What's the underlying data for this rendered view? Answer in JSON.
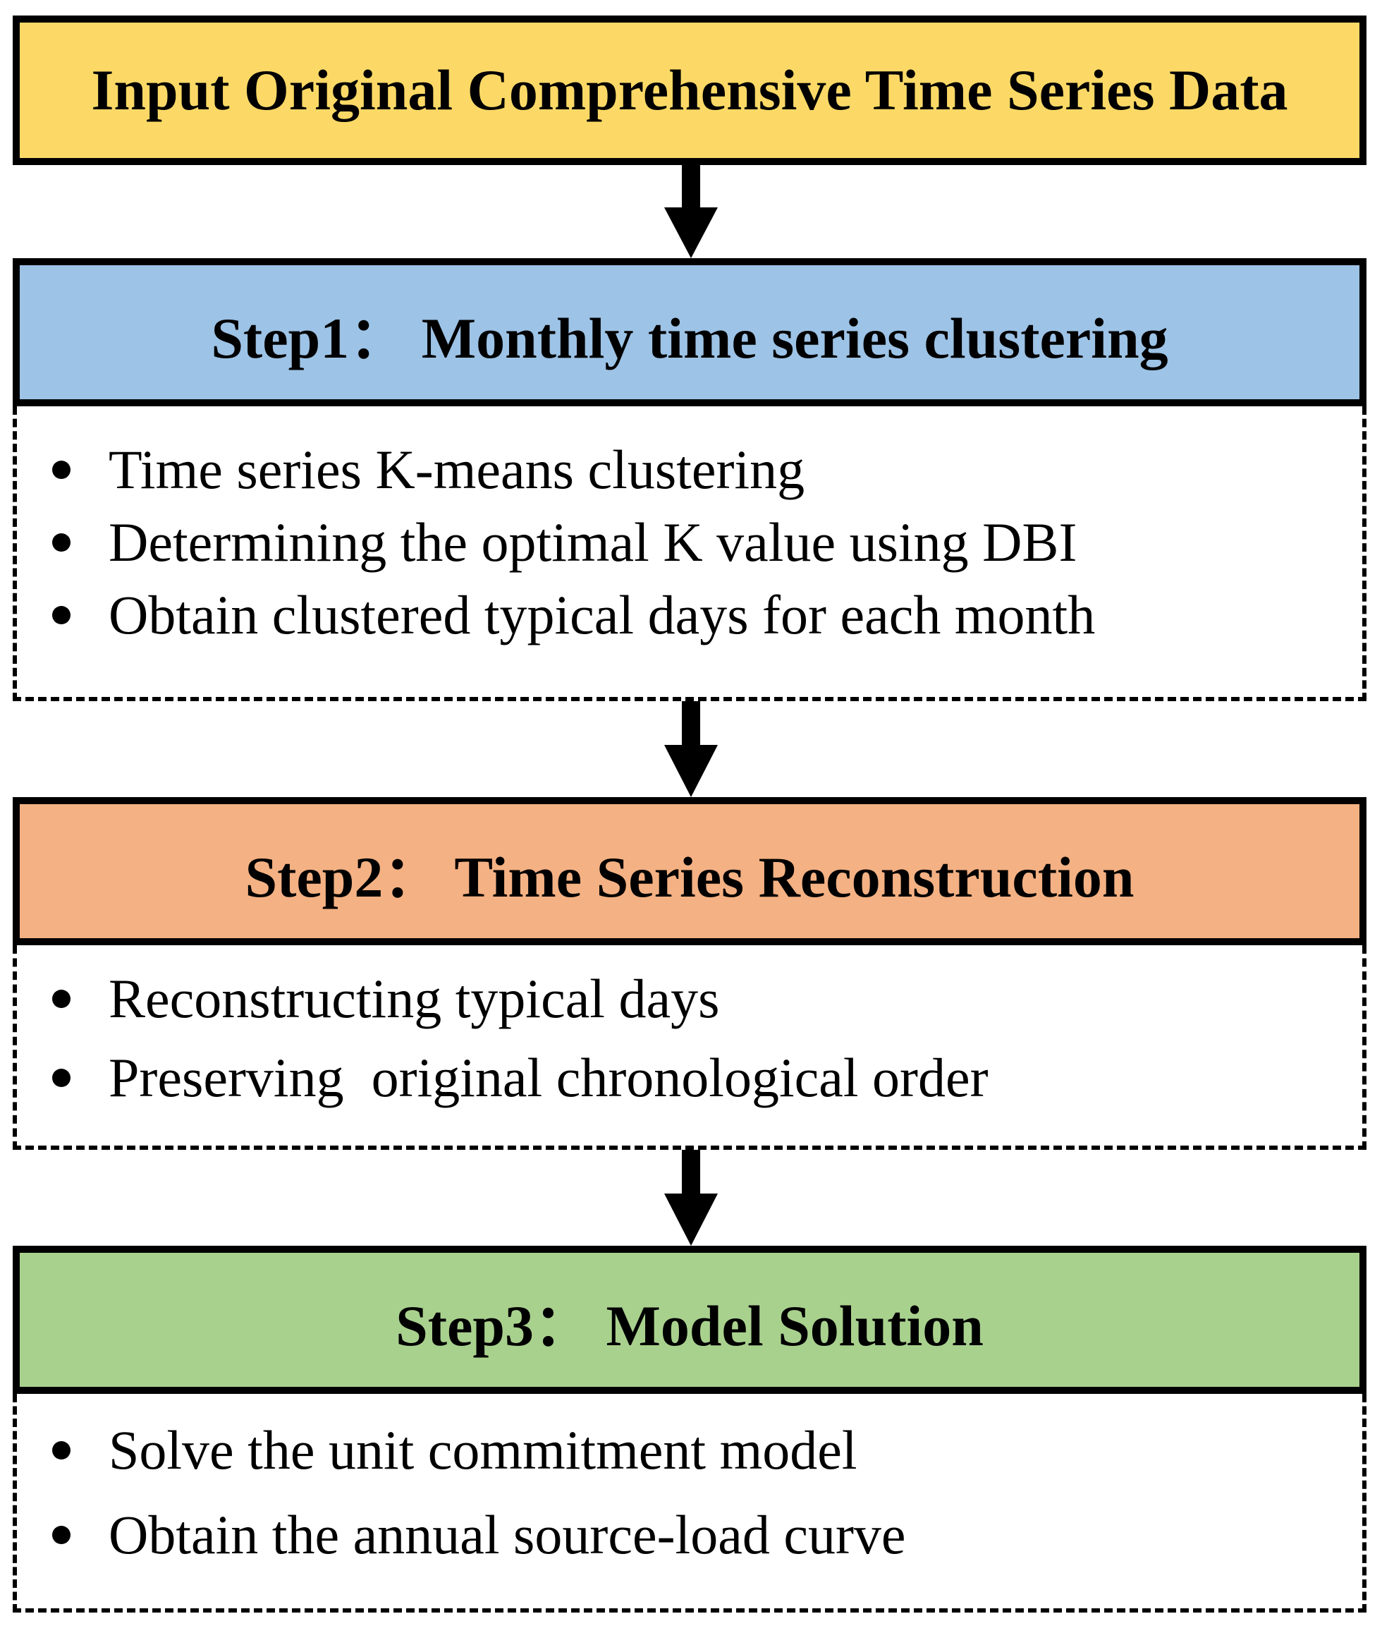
{
  "input": {
    "label": "Input Original Comprehensive Time Series Data",
    "color": "#FCD966"
  },
  "steps": [
    {
      "title": "Step1： Monthly time series clustering",
      "color": "#9DC3E6",
      "bullets": [
        "Time series K-means clustering",
        "Determining the optimal K value using DBI",
        "Obtain clustered typical days for each month"
      ]
    },
    {
      "title": "Step2： Time Series Reconstruction",
      "color": "#F4B183",
      "bullets": [
        "Reconstructing typical days",
        "Preserving  original chronological order"
      ]
    },
    {
      "title": "Step3： Model Solution",
      "color": "#A9D18E",
      "bullets": [
        "Solve the unit commitment model",
        "Obtain the annual source-load curve"
      ]
    }
  ]
}
